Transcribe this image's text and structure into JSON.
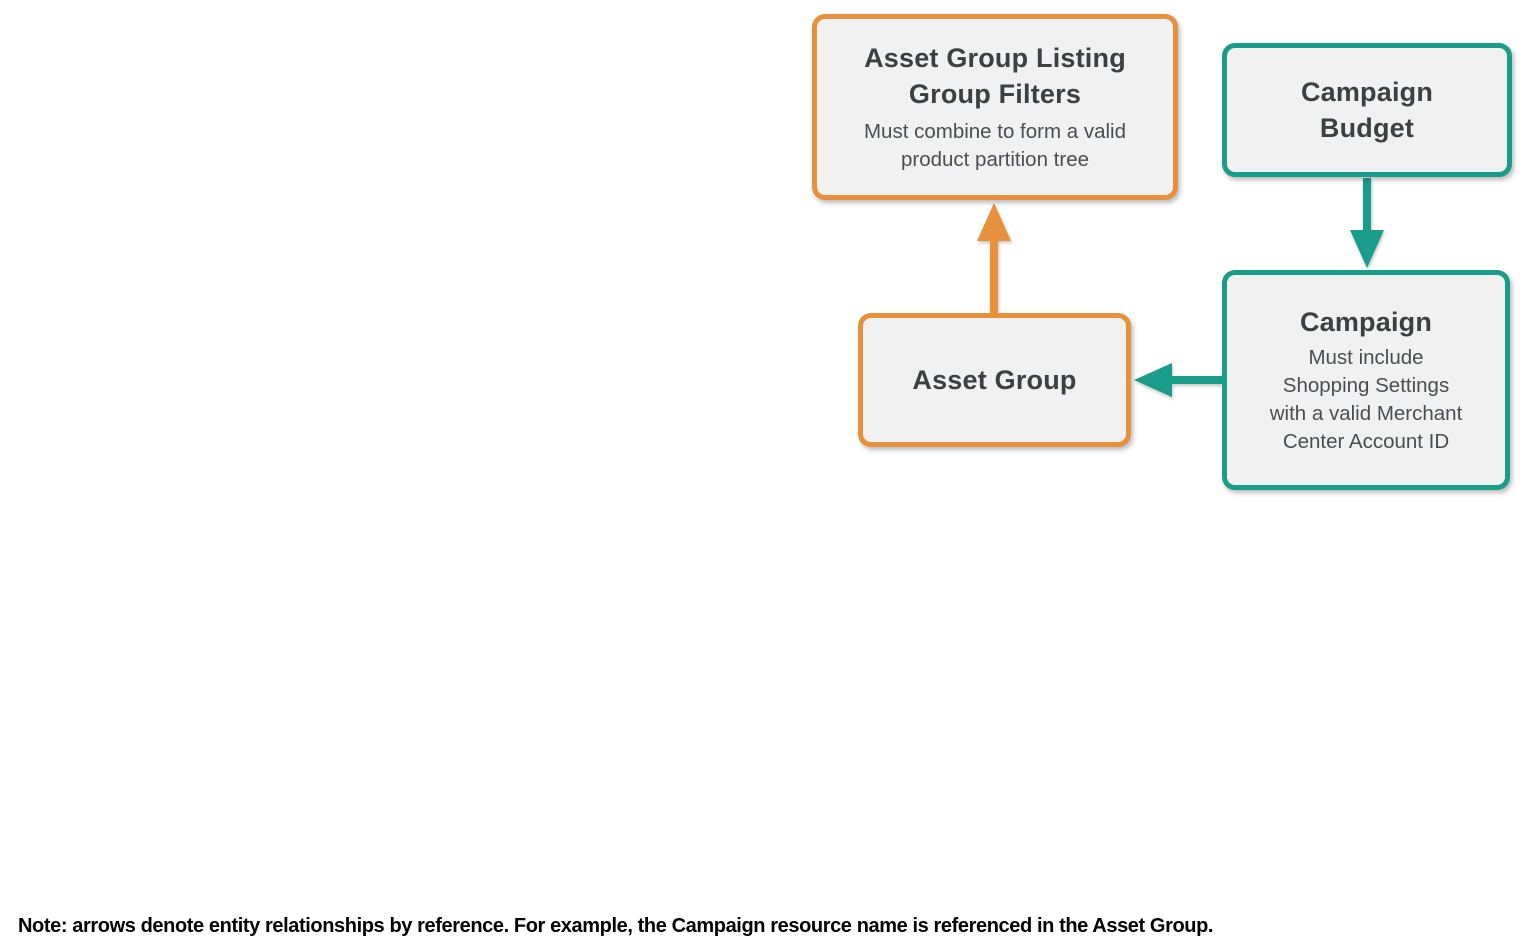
{
  "colors": {
    "orange": "#E8913C",
    "teal": "#1A9C8B",
    "box_fill": "#F1F1F1",
    "title_text": "#3C4043",
    "subtitle_text": "#4A4E52",
    "note_text": "#000000",
    "background": "#FFFFFF"
  },
  "nodes": {
    "listing_filters": {
      "title": "Asset Group Listing Group Filters",
      "title_lines": [
        "Asset Group Listing",
        "Group Filters"
      ],
      "subtitle": "Must combine to form a valid product partition tree",
      "subtitle_lines": [
        "Must combine to form a valid",
        "product partition tree"
      ]
    },
    "campaign_budget": {
      "title": "Campaign Budget",
      "title_lines": [
        "Campaign",
        "Budget"
      ]
    },
    "asset_group": {
      "title": "Asset Group",
      "title_lines": [
        "Asset Group"
      ]
    },
    "campaign": {
      "title": "Campaign",
      "title_lines": [
        "Campaign"
      ],
      "subtitle": "Must include Shopping Settings with a valid Merchant Center Account ID",
      "subtitle_lines": [
        "Must include",
        "Shopping Settings",
        "with a valid Merchant",
        "Center Account ID"
      ]
    }
  },
  "arrows": [
    {
      "from": "asset_group",
      "to": "listing_filters",
      "color": "orange",
      "direction": "up"
    },
    {
      "from": "campaign_budget",
      "to": "campaign",
      "color": "teal",
      "direction": "down"
    },
    {
      "from": "campaign",
      "to": "asset_group",
      "color": "teal",
      "direction": "left"
    }
  ],
  "note": "Note: arrows denote entity relationships by reference. For example, the Campaign resource name is referenced in the Asset Group."
}
